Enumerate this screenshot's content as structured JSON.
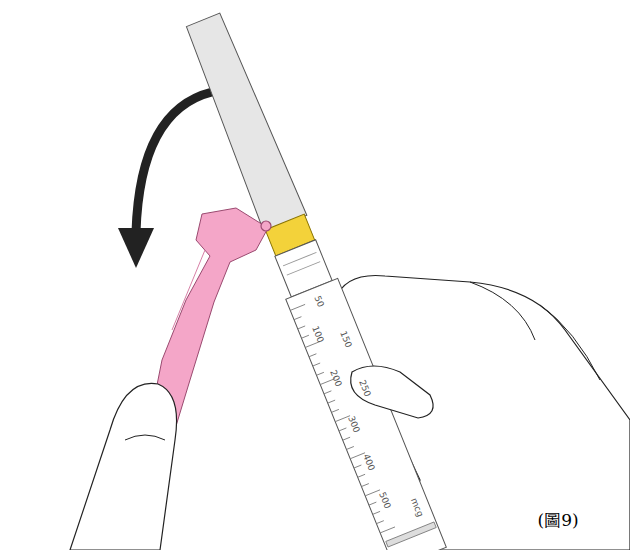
{
  "diagram": {
    "labels": [
      "(圖9)",
      "50",
      "100",
      "150",
      "200",
      "250",
      "300",
      "400",
      "500",
      "mcg"
    ]
  }
}
